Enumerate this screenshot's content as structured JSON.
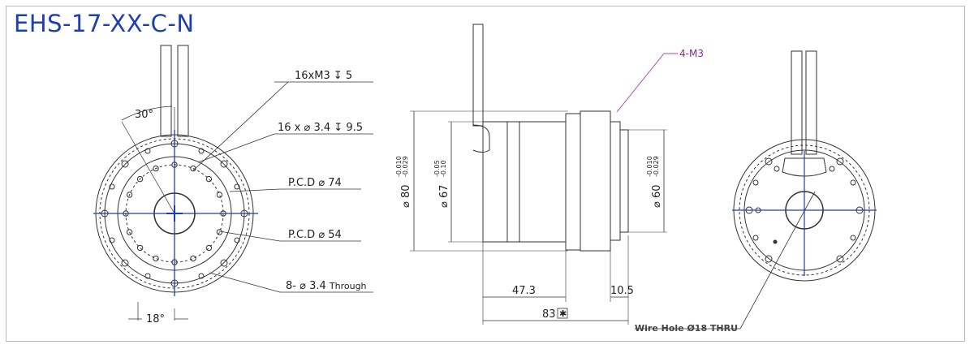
{
  "title": "EHS-17-XX-C-N",
  "front_view": {
    "angle_top": "30°",
    "angle_bottom": "18°",
    "callout_tapped": "16xM3",
    "callout_tapped_depth": "5",
    "callout_holes": "16 x",
    "callout_holes_size": "3.4",
    "callout_holes_depth": "9.5",
    "pcd_outer_prefix": "P.C.D",
    "pcd_outer_value": "74",
    "pcd_inner_prefix": "P.C.D",
    "pcd_inner_value": "54",
    "through_prefix": "8-",
    "through_size": "3.4",
    "through_suffix": "Through"
  },
  "side_view": {
    "dia80": "80",
    "dia80_tol_upper": "-0.010",
    "dia80_tol_lower": "-0.029",
    "dia67": "67",
    "dia67_tol_upper": "-0.05",
    "dia67_tol_lower": "-0.10",
    "dia60": "60",
    "dia60_tol_upper": "-0.010",
    "dia60_tol_lower": "-0.029",
    "len_body": "47.3",
    "len_flange": "10.5",
    "len_total": "83",
    "callout_m3": "4-M3"
  },
  "rear_view": {
    "wire_hole": "Wire Hole Ø18 THRU"
  },
  "colors": {
    "title": "#1e3fb0",
    "centerline": "#1f3fa8",
    "callout": "#b040b0",
    "line": "#333333"
  }
}
